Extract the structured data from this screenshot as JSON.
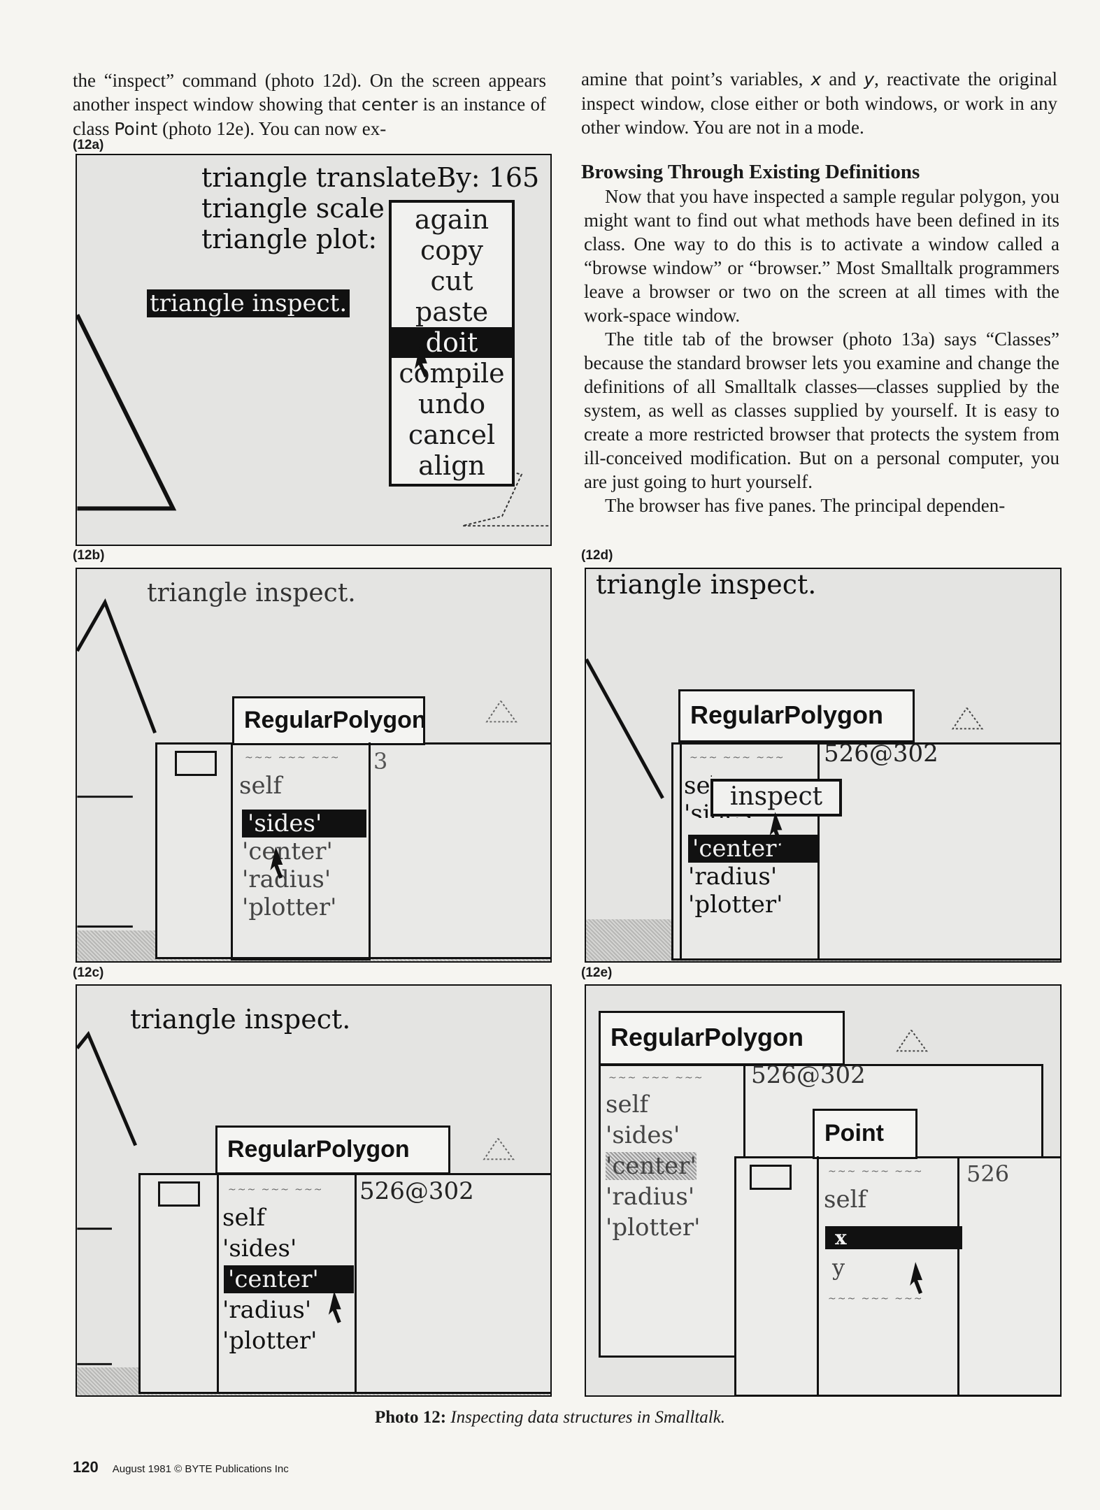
{
  "left_col_top": {
    "text_a": "the “inspect” command (photo 12d). On the screen appears another inspect window showing that ",
    "code_center": "center",
    "text_b": " is an instance of class ",
    "code_point": "Point",
    "text_c": " (photo 12e). You can now ex-"
  },
  "right_col": {
    "para1_a": "amine that point’s variables, ",
    "var_x": "x",
    "and": " and ",
    "var_y": "y",
    "para1_b": ", reactivate the original inspect window, close either or both windows, or work in any other window. You are not in a mode.",
    "heading": "Browsing Through Existing Definitions",
    "para2": "Now that you have inspected a sample regular polygon, you might want to find out what methods have been defined in its class. One way to do this is to activate a window called a “browse window” or “browser.” Most Smalltalk programmers leave a browser or two on the screen at all times with the work-space window.",
    "para3": "The title tab of the browser (photo 13a) says “Classes” because the standard browser lets you examine and change the definitions of all Smalltalk classes—classes supplied by the system, as well as classes supplied by yourself. It is easy to create a more restricted browser that protects the system from ill-conceived modification. But on a personal computer, you are just going to hurt yourself.",
    "para4": "The browser has five panes. The principal dependen-"
  },
  "photos": {
    "p12a": {
      "label": "(12a)",
      "lines": [
        "triangle translateBy: 165",
        "triangle scale",
        "triangle plot:"
      ],
      "selected_line": "triangle inspect.",
      "menu": [
        "again",
        "copy",
        "cut",
        "paste",
        "doit",
        "compile",
        "undo",
        "cancel",
        "align"
      ],
      "menu_selected_index": 4
    },
    "p12b": {
      "label": "(12b)",
      "cmd": "triangle inspect.",
      "title": "RegularPolygon",
      "value": "3",
      "vars": [
        "self",
        "'sides'",
        "'center'",
        "'radius'",
        "'plotter'"
      ],
      "selected_index": 1
    },
    "p12c": {
      "label": "(12c)",
      "cmd": "triangle inspect.",
      "title": "RegularPolygon",
      "value": "526@302",
      "vars": [
        "self",
        "'sides'",
        "'center'",
        "'radius'",
        "'plotter'"
      ],
      "selected_index": 2
    },
    "p12d": {
      "label": "(12d)",
      "cmd": "triangle inspect.",
      "title": "RegularPolygon",
      "value": "526@302",
      "vars": [
        "self",
        "'sides'",
        "'center'",
        "'radius'",
        "'plotter'"
      ],
      "selected_index": 2,
      "popup": "inspect"
    },
    "p12e": {
      "label": "(12e)",
      "title": "RegularPolygon",
      "value": "526@302",
      "vars": [
        "self",
        "'sides'",
        "'center'",
        "'radius'",
        "'plotter'"
      ],
      "point_title": "Point",
      "point_value": "526",
      "point_vars": [
        "self",
        "x",
        "y"
      ],
      "point_selected_index": 1
    }
  },
  "caption": {
    "bold": "Photo 12:",
    "italic": "Inspecting data structures in Smalltalk."
  },
  "footer": {
    "page_number": "120",
    "issue": "August 1981 © BYTE Publications Inc"
  }
}
